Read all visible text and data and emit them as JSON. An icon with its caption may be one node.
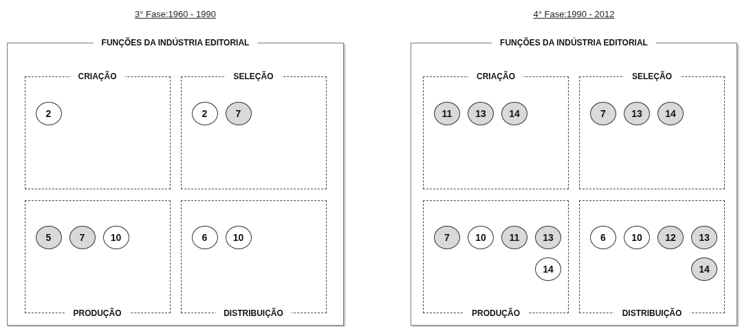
{
  "diagram": {
    "nodes": [
      {
        "text": [
          "3° Fase:1960 - 1990",
          "FUNÇÕES DA INDÚSTRIA EDITORIAL"
        ]
      },
      {
        "text": [
          "CRIAÇÃO"
        ],
        "in": 0
      },
      {
        "text": [
          "2"
        ],
        "in": 1
      },
      {
        "text": [
          "SELEÇÃO"
        ],
        "in": 0
      },
      {
        "text": [
          "2"
        ],
        "in": 3
      },
      {
        "text": [
          "7"
        ],
        "in": 3
      },
      {
        "text": [
          "PRODUÇÃO"
        ],
        "in": 0
      },
      {
        "text": [
          "5"
        ],
        "in": 6
      },
      {
        "text": [
          "7"
        ],
        "in": 6
      },
      {
        "text": [
          "10"
        ],
        "in": 6
      },
      {
        "text": [
          "DISTRIBUIÇÃO"
        ],
        "in": 0
      },
      {
        "text": [
          "6"
        ],
        "in": 10
      },
      {
        "text": [
          "10"
        ],
        "in": 10
      },
      {
        "text": [
          "4° Fase:1990 - 2012",
          "FUNÇÕES DA INDÚSTRIA EDITORIAL"
        ]
      },
      {
        "text": [
          "CRIAÇÃO"
        ],
        "in": 13
      },
      {
        "text": [
          "11"
        ],
        "in": 14
      },
      {
        "text": [
          "13"
        ],
        "in": 14
      },
      {
        "text": [
          "14"
        ],
        "in": 14
      },
      {
        "text": [
          "SELEÇÃO"
        ],
        "in": 13
      },
      {
        "text": [
          "7"
        ],
        "in": 18
      },
      {
        "text": [
          "13"
        ],
        "in": 18
      },
      {
        "text": [
          "14"
        ],
        "in": 18
      },
      {
        "text": [
          "PRODUÇÃO"
        ],
        "in": 13
      },
      {
        "text": [
          "7"
        ],
        "in": 22
      },
      {
        "text": [
          "10"
        ],
        "in": 22
      },
      {
        "text": [
          "11"
        ],
        "in": 22
      },
      {
        "text": [
          "13"
        ],
        "in": 22
      },
      {
        "text": [
          "14"
        ],
        "in": 22
      },
      {
        "text": [
          "DISTRIBUIÇÃO"
        ],
        "in": 13
      },
      {
        "text": [
          "6"
        ],
        "in": 28
      },
      {
        "text": [
          "10"
        ],
        "in": 28
      },
      {
        "text": [
          "12"
        ],
        "in": 28
      },
      {
        "text": [
          "13"
        ],
        "in": 28
      },
      {
        "text": [
          "14"
        ],
        "in": 28
      }
    ]
  }
}
